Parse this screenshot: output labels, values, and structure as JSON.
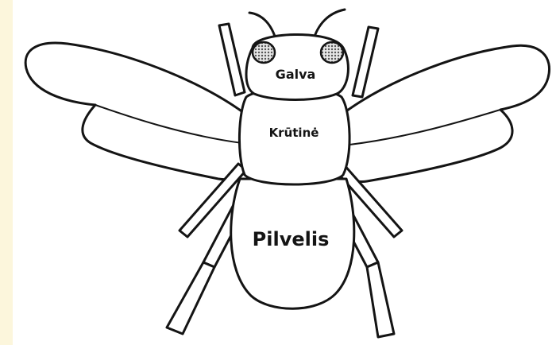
{
  "diagram": {
    "labels": {
      "head": "Galva",
      "thorax": "Krūtinė",
      "abdomen": "Pilvelis"
    },
    "colors": {
      "background": "#ffffff",
      "side_strip": "#fcf6dc",
      "outline": "#141414",
      "eye_fill": "#9a9a9a"
    }
  }
}
